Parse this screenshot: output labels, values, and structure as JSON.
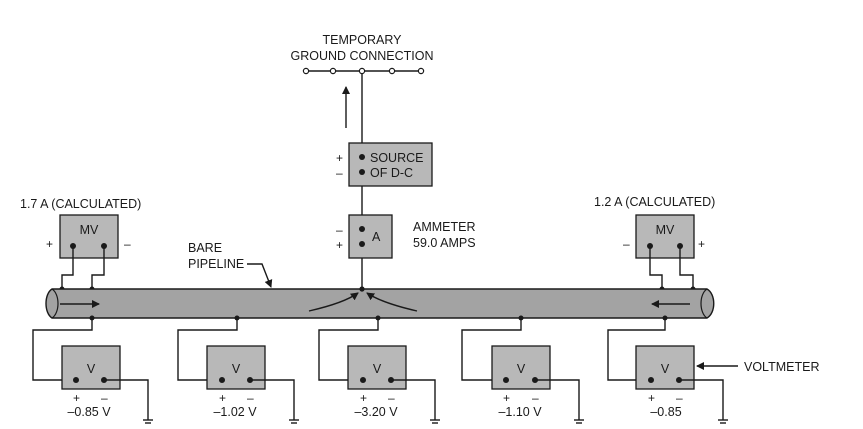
{
  "ground": {
    "label_line1": "TEMPORARY",
    "label_line2": "GROUND CONNECTION"
  },
  "source": {
    "label_line1": "SOURCE",
    "label_line2": "OF D-C",
    "plus": "+",
    "minus": "–"
  },
  "ammeter": {
    "symbol": "A",
    "label_line1": "AMMETER",
    "label_line2": "59.0 AMPS",
    "minus": "–",
    "plus": "+"
  },
  "pipeline": {
    "label_line1": "BARE",
    "label_line2": "PIPELINE"
  },
  "millivoltmeters": [
    {
      "symbol": "MV",
      "current_label": "1.7 A (CALCULATED)",
      "left_sign": "+",
      "right_sign": "–"
    },
    {
      "symbol": "MV",
      "current_label": "1.2 A (CALCULATED)",
      "left_sign": "–",
      "right_sign": "+"
    }
  ],
  "voltmeters": [
    {
      "symbol": "V",
      "plus": "+",
      "minus": "–",
      "reading": "–0.85 V"
    },
    {
      "symbol": "V",
      "plus": "+",
      "minus": "–",
      "reading": "–1.02 V"
    },
    {
      "symbol": "V",
      "plus": "+",
      "minus": "–",
      "reading": "–3.20 V"
    },
    {
      "symbol": "V",
      "plus": "+",
      "minus": "–",
      "reading": "–1.10 V"
    },
    {
      "symbol": "V",
      "plus": "+",
      "minus": "–",
      "reading": "–0.85"
    }
  ],
  "voltmeter_callout": "VOLTMETER"
}
